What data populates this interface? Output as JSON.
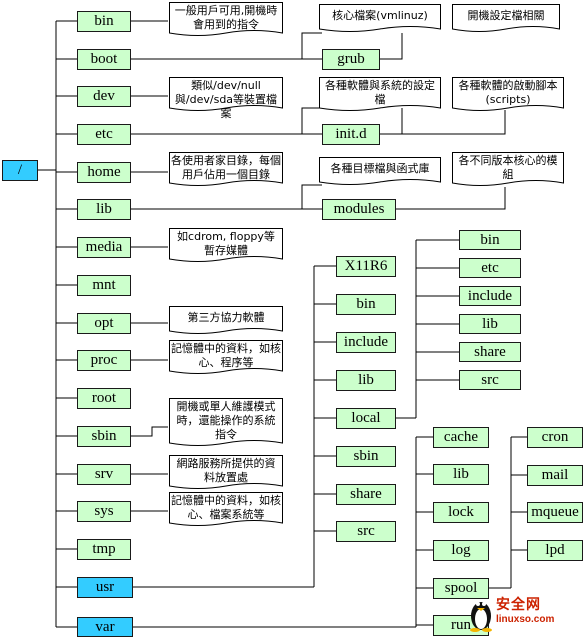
{
  "root": {
    "label": "/"
  },
  "top_dirs": {
    "bin": "bin",
    "boot": "boot",
    "dev": "dev",
    "etc": "etc",
    "home": "home",
    "lib": "lib",
    "media": "media",
    "mnt": "mnt",
    "opt": "opt",
    "proc": "proc",
    "root": "root",
    "sbin": "sbin",
    "srv": "srv",
    "sys": "sys",
    "tmp": "tmp",
    "usr": "usr",
    "var": "var"
  },
  "sub_dirs": {
    "grub": "grub",
    "init_d": "init.d",
    "modules": "modules",
    "x11r6": "X11R6",
    "usr_bin": "bin",
    "usr_include": "include",
    "usr_lib": "lib",
    "usr_local": "local",
    "usr_sbin": "sbin",
    "usr_share": "share",
    "usr_src": "src",
    "local_bin": "bin",
    "local_etc": "etc",
    "local_include": "include",
    "local_lib": "lib",
    "local_share": "share",
    "local_src": "src",
    "var_cache": "cache",
    "var_lib": "lib",
    "var_lock": "lock",
    "var_log": "log",
    "var_spool": "spool",
    "var_run": "run",
    "spool_cron": "cron",
    "spool_mail": "mail",
    "spool_mqueue": "mqueue",
    "spool_lpd": "lpd"
  },
  "notes": {
    "bin": "一般用戶可用,開機時會用到的指令",
    "dev": "類似/dev/null與/dev/sda等裝置檔案",
    "home": "各使用者家目錄，每個用戶佔用一個目錄",
    "media": "如cdrom, floppy等暫存媒體",
    "opt": "第三方協力軟體",
    "proc": "記憶體中的資料，如核心、程序等",
    "sbin": "開機或單人維護模式時，還能操作的系統指令",
    "srv": "網路服務所提供的資料放置處",
    "sys": "記憶體中的資料，如核心、檔案系統等",
    "kernel": "核心檔案(vmlinuz)",
    "boot_config": "開機設定檔相關",
    "software_config": "各種軟體與系統的設定檔",
    "startup_scripts": "各種軟體的啟動腳本(scripts)",
    "libraries": "各種目標檔與函式庫",
    "kernel_modules": "各不同版本核心的模組"
  },
  "logo": {
    "cn": "安全网",
    "en": "linuxso.com"
  },
  "colors": {
    "node_fill": "#ccffcc",
    "highlight_fill": "#33ccff",
    "line": "#000000",
    "logo": "#cc2200"
  }
}
